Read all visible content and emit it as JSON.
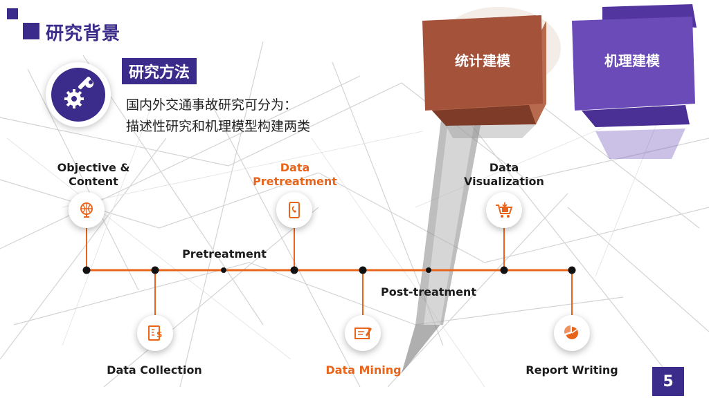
{
  "header": {
    "title": "研究背景"
  },
  "method": {
    "label": "研究方法",
    "line1": "国内外交通事故研究可分为：",
    "line2": "描述性研究和机理模型构建两类"
  },
  "ribbons": {
    "left": {
      "label": "统计建模",
      "color": "#a5523a"
    },
    "right": {
      "label": "机理建模",
      "color": "#6a4bb8"
    }
  },
  "timeline": {
    "line_color": "#e8641b",
    "dot_color": "#111111",
    "segment_labels": {
      "top": "Pretreatment",
      "bottom": "Post-treatment"
    },
    "steps_top": [
      {
        "line1": "Objective &",
        "line2": "Content",
        "highlight": false,
        "icon": "globe-icon"
      },
      {
        "line1": "Data",
        "line2": "Pretreatment",
        "highlight": true,
        "icon": "phone-icon"
      },
      {
        "line1": "Data",
        "line2": "Visualization",
        "highlight": false,
        "icon": "cart-icon"
      }
    ],
    "steps_bottom": [
      {
        "label": "Data Collection",
        "highlight": false,
        "icon": "money-document-icon"
      },
      {
        "label": "Data Mining",
        "highlight": true,
        "icon": "writing-icon"
      },
      {
        "label": "Report Writing",
        "highlight": false,
        "icon": "pie-chart-icon"
      }
    ]
  },
  "page": {
    "number": "5"
  },
  "colors": {
    "accent": "#e8641b",
    "brand": "#3b2b8a",
    "text": "#1c1c1c"
  }
}
